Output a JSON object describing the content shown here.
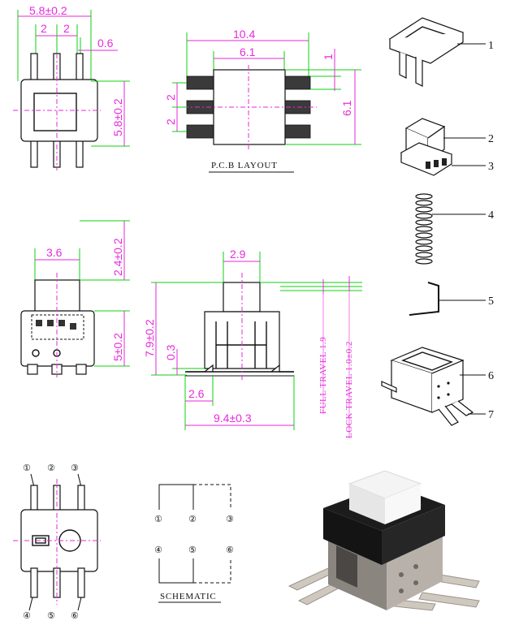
{
  "top_view": {
    "width": "5.8±0.2",
    "pitch_a": "2",
    "pitch_b": "2",
    "pin_w": "0.6",
    "height": "5.8±0.2"
  },
  "pcb_layout": {
    "title": "P.C.B LAYOUT",
    "overall": "10.4",
    "inner": "6.1",
    "pad": "1",
    "pitch_a": "2",
    "pitch_b": "2",
    "height": "6.1"
  },
  "side_view": {
    "cap_w": "3.6",
    "cap_h": "2.4±0.2",
    "body_h": "5±0.2"
  },
  "front_view": {
    "cap_w": "2.9",
    "total_h": "7.9±0.2",
    "base_h": "0.3",
    "lead": "2.6",
    "span": "9.4±0.3",
    "full_travel": "FULL TRAVEL 1.9",
    "lock_travel": "LOCK TRAVEL 1.0±0.2"
  },
  "parts": [
    "1",
    "2",
    "3",
    "4",
    "5",
    "6",
    "7"
  ],
  "pins": [
    "①",
    "②",
    "③",
    "④",
    "⑤",
    "⑥"
  ],
  "schematic": {
    "title": "SCHEMATIC",
    "nodes": [
      "①",
      "②",
      "③",
      "④",
      "⑤",
      "⑥"
    ]
  },
  "colors": {
    "dimension": "#e62ad9",
    "extension": "#0fd10f",
    "outline": "#111111"
  }
}
